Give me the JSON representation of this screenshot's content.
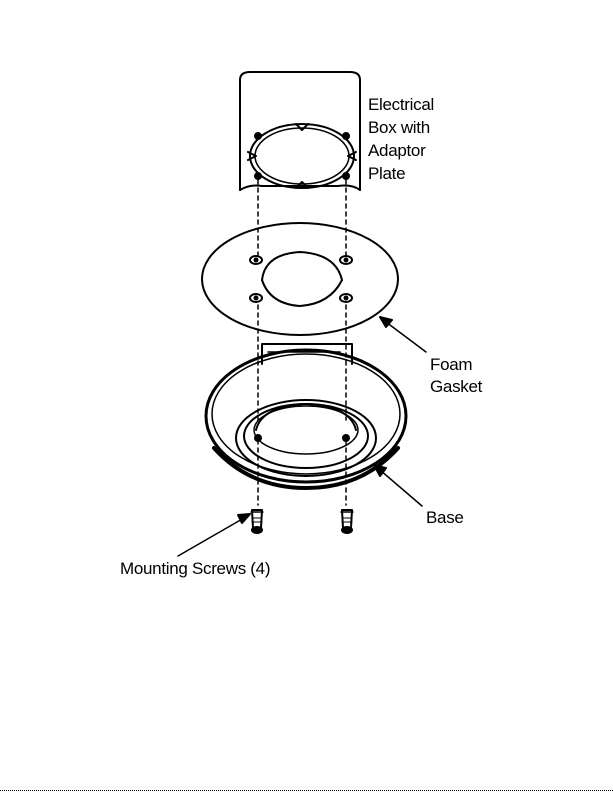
{
  "labels": {
    "electrical_box": [
      "Electrical",
      "Box with",
      "Adaptor",
      "Plate"
    ],
    "foam_gasket": [
      "Foam",
      "Gasket"
    ],
    "base": "Base",
    "mounting_screws": "Mounting Screws (4)"
  },
  "colors": {
    "ink": "#000000",
    "paper": "#ffffff"
  }
}
